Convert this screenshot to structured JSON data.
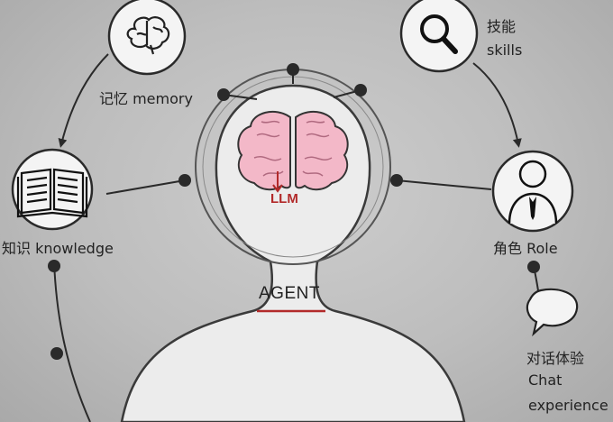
{
  "nodes": {
    "memory": {
      "label": "记忆 memory",
      "icon": "brain-icon"
    },
    "skills": {
      "label_cn": "技能",
      "label_en": "skills",
      "icon": "magnifier-icon"
    },
    "knowledge": {
      "label": "知识 knowledge",
      "icon": "book-icon"
    },
    "role": {
      "label": "角色  Role",
      "icon": "person-icon"
    },
    "chat": {
      "label_cn": "对话体验",
      "label_en1": "Chat",
      "label_en2": "experience",
      "icon": "speech-bubble-icon"
    }
  },
  "center": {
    "llm_label": "LLM",
    "agent_label": "AGENT",
    "brain_icon": "brain-icon"
  },
  "colors": {
    "line": "#2a2a2a",
    "accent": "#b22a2a",
    "brain": "#f3b8c8",
    "body": "#e9e9e9"
  }
}
